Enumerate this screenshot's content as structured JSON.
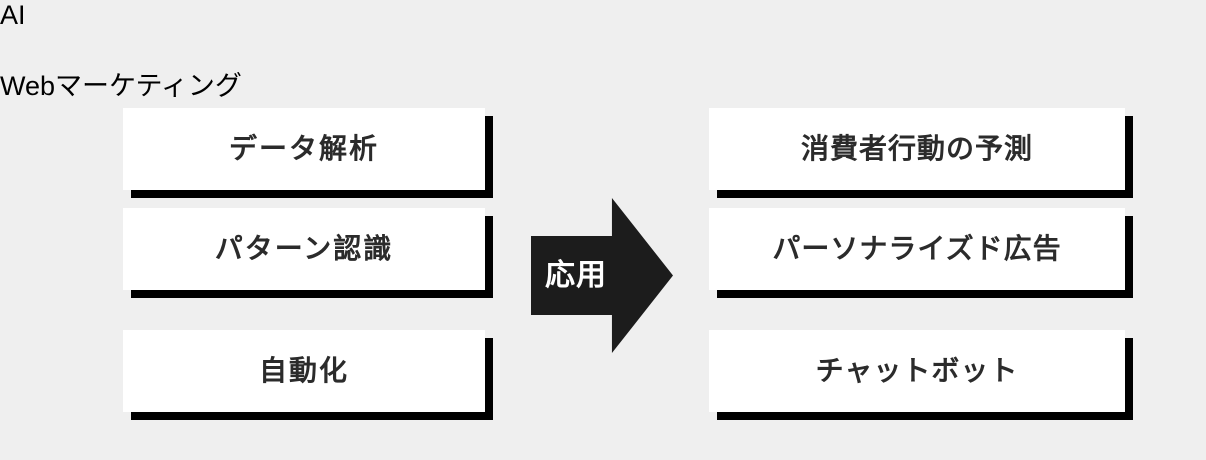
{
  "diagram": {
    "background_color": "#efefef",
    "accent_color": "#f0941f",
    "arrow_color": "#1c1c1c",
    "text_color": "#2b2b2b",
    "columns": [
      {
        "id": "ai",
        "tab_label": "AI",
        "items": [
          {
            "label": "データ解析"
          },
          {
            "label": "パターン認識"
          },
          {
            "label": "自動化"
          }
        ]
      },
      {
        "id": "web-marketing",
        "tab_label": "Webマーケティング",
        "items": [
          {
            "label": "消費者行動の予測"
          },
          {
            "label": "パーソナライズド広告"
          },
          {
            "label": "チャットボット"
          }
        ]
      }
    ],
    "connector": {
      "icon": "right-arrow-icon",
      "label": "応用"
    }
  }
}
